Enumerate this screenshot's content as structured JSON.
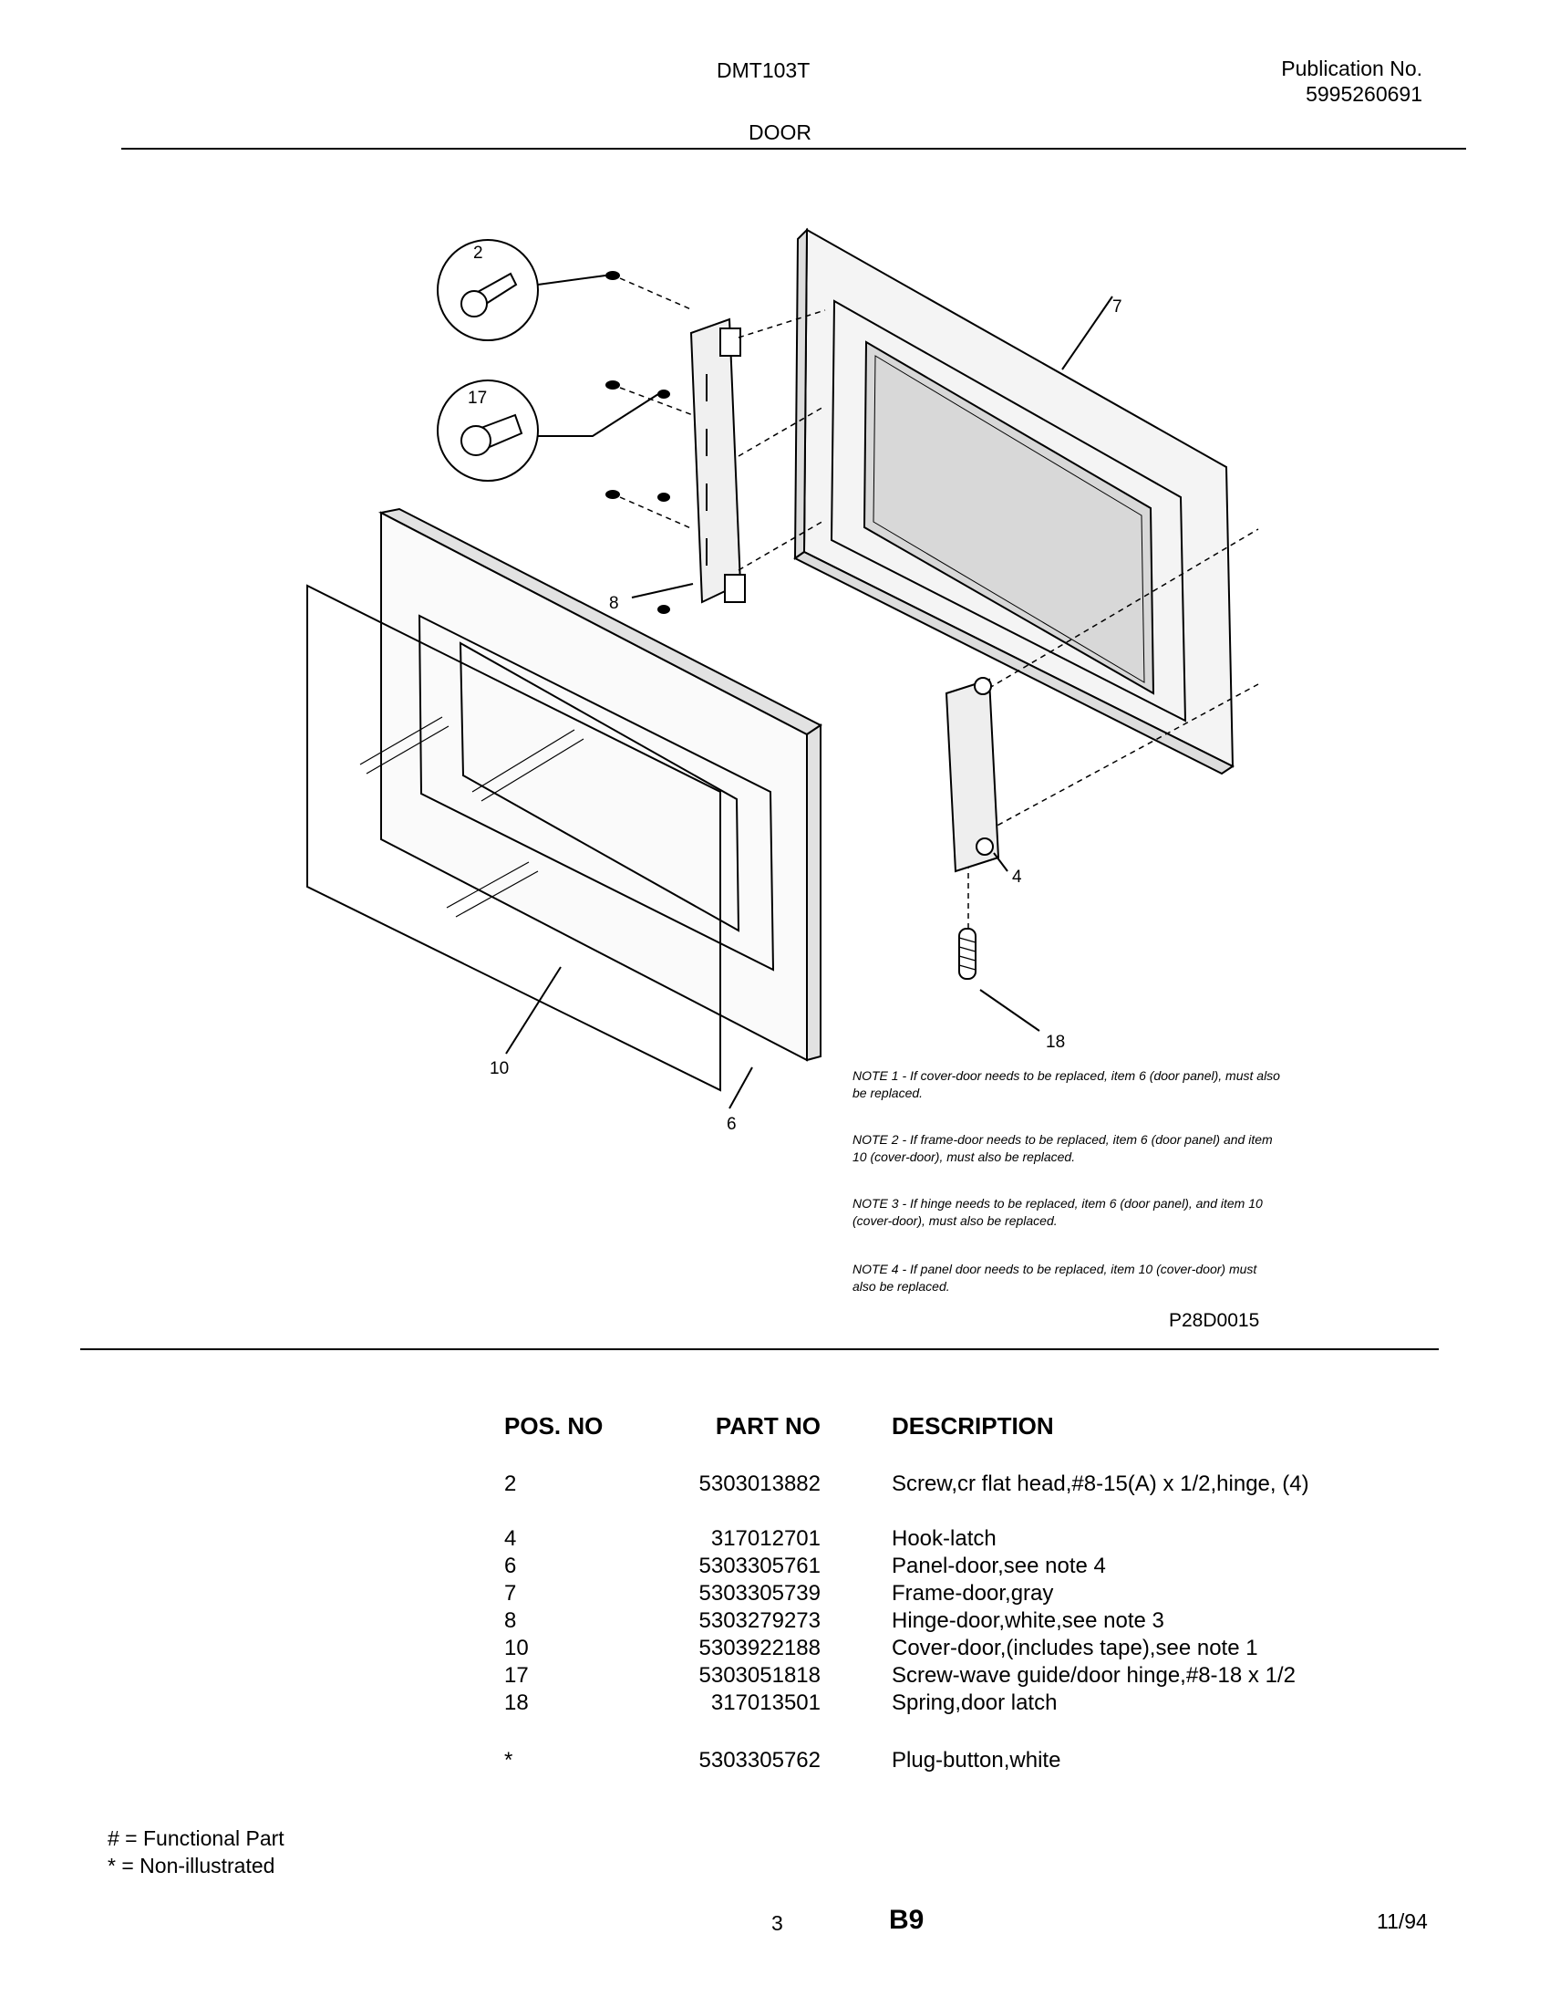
{
  "header": {
    "model": "DMT103T",
    "publication_label": "Publication No.",
    "publication_number": "5995260691",
    "section_title": "DOOR"
  },
  "diagram": {
    "callouts": {
      "c2": "2",
      "c17": "17",
      "c7": "7",
      "c8": "8",
      "c4": "4",
      "c18": "18",
      "c10": "10",
      "c6": "6"
    },
    "notes": [
      "NOTE 1 - If cover-door needs to be replaced, item 6 (door panel), must also be replaced.",
      "NOTE 2 - If frame-door needs to be replaced, item 6 (door panel) and item 10 (cover-door), must also be replaced.",
      "NOTE 3 - If hinge needs to be replaced, item 6 (door panel), and item 10 (cover-door), must also be replaced.",
      "NOTE 4 - If panel door needs to be replaced, item 10 (cover-door) must also be replaced."
    ],
    "figure_code": "P28D0015"
  },
  "parts_table": {
    "headers": {
      "pos": "POS. NO",
      "part": "PART NO",
      "desc": "DESCRIPTION"
    },
    "rows": [
      {
        "pos": "2",
        "part": "5303013882",
        "desc": "Screw,cr flat head,#8-15(A) x 1/2,hinge, (4)"
      },
      {
        "pos": "4",
        "part": "317012701",
        "desc": "Hook-latch"
      },
      {
        "pos": "6",
        "part": "5303305761",
        "desc": "Panel-door,see note 4"
      },
      {
        "pos": "7",
        "part": "5303305739",
        "desc": "Frame-door,gray"
      },
      {
        "pos": "8",
        "part": "5303279273",
        "desc": "Hinge-door,white,see note 3"
      },
      {
        "pos": "10",
        "part": "5303922188",
        "desc": "Cover-door,(includes tape),see note 1"
      },
      {
        "pos": "17",
        "part": "5303051818",
        "desc": "Screw-wave guide/door hinge,#8-18 x 1/2"
      },
      {
        "pos": "18",
        "part": "317013501",
        "desc": "Spring,door latch"
      },
      {
        "pos": "*",
        "part": "5303305762",
        "desc": "Plug-button,white"
      }
    ]
  },
  "legend": {
    "functional": "# = Functional Part",
    "non_illustrated": "* = Non-illustrated"
  },
  "footer": {
    "page": "3",
    "code": "B9",
    "date": "11/94"
  }
}
